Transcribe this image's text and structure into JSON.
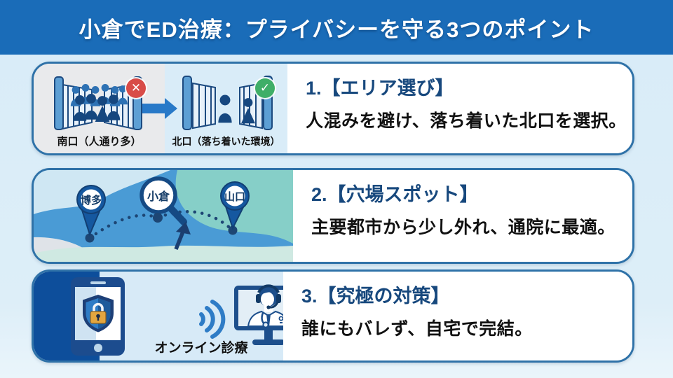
{
  "header": {
    "title": "小倉でED治療：プライバシーを守る3つのポイント"
  },
  "sections": [
    {
      "heading": "1.【エリア選び】",
      "body": "人混みを避け、落ち着いた北口を選択。",
      "south_label": "南口（人通り多）",
      "north_label": "北口（落ち着いた環境）",
      "reject_icon": "✕",
      "accept_icon": "✓"
    },
    {
      "heading": "2.【穴場スポット】",
      "body": "主要都市から少し外れ、通院に最適。",
      "pins": {
        "left": "博多",
        "center": "小倉",
        "right": "山口"
      }
    },
    {
      "heading": "3.【究極の対策】",
      "body": "誰にもバレず、自宅で完結。",
      "caption": "オンライン診療"
    }
  ],
  "colors": {
    "header_blue": "#1a6cb8",
    "heading_navy": "#17487d",
    "card_border": "#2f72a8",
    "reject_red": "#d84c48",
    "accept_green": "#3fae68",
    "map_water": "#4a9bd5",
    "map_land_teal": "#86cfc8",
    "lock_gold": "#e3a63f",
    "band_navy": "#0d4e9b"
  }
}
